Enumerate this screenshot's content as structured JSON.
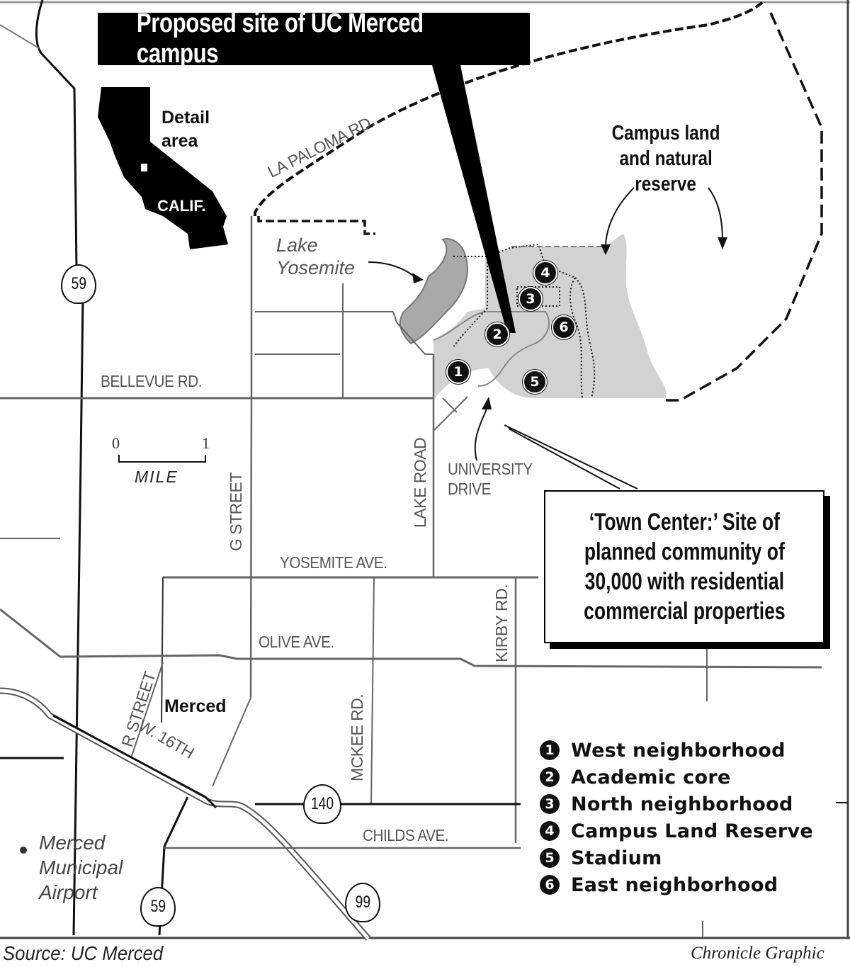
{
  "title": "Proposed site of UC Merced campus",
  "inset": {
    "detail_label_line1": "Detail",
    "detail_label_line2": "area",
    "state_label": "CALIF."
  },
  "campus_label": {
    "line1": "Campus land",
    "line2": "and natural",
    "line3": "reserve"
  },
  "lake_label": {
    "line1": "Lake",
    "line2": "Yosemite"
  },
  "roads": {
    "la_paloma": "LA PALOMA RD.",
    "bellevue": "BELLEVUE RD.",
    "g_street": "G STREET",
    "lake_road": "LAKE ROAD",
    "university_line1": "UNIVERSITY",
    "university_line2": "DRIVE",
    "yosemite_ave": "YOSEMITE AVE.",
    "olive_ave": "OLIVE AVE.",
    "kirby_rd": "KIRBY RD.",
    "mckee_rd": "MCKEE RD.",
    "r_street": "R STREET",
    "w16th": "W. 16TH",
    "childs_ave": "CHILDS AVE."
  },
  "highways": [
    {
      "number": "59",
      "position": "north"
    },
    {
      "number": "140",
      "position": "east"
    },
    {
      "number": "59",
      "position": "south"
    },
    {
      "number": "99",
      "position": "southeast"
    }
  ],
  "scale": {
    "start": "0",
    "end": "1",
    "unit": "MILE"
  },
  "city_label": "Merced",
  "airport_label": {
    "line1": "Merced",
    "line2": "Municipal",
    "line3": "Airport"
  },
  "town_center": {
    "line1": "‘Town Center:’ Site of",
    "line2": "planned community of",
    "line3": "30,000 with residential",
    "line4": "commercial properties"
  },
  "legend": [
    {
      "num": "1",
      "label": "West neighborhood"
    },
    {
      "num": "2",
      "label": "Academic core"
    },
    {
      "num": "3",
      "label": "North neighborhood"
    },
    {
      "num": "4",
      "label": "Campus Land Reserve"
    },
    {
      "num": "5",
      "label": "Stadium"
    },
    {
      "num": "6",
      "label": "East neighborhood"
    }
  ],
  "footer": {
    "source": "Source: UC Merced",
    "credit": "Chronicle Graphic"
  },
  "colors": {
    "lake_fill": "#a9a9a9",
    "campus_fill": "#d2d2d2",
    "road": "#666666",
    "highway": "#111111",
    "title_bg": "#000000"
  }
}
